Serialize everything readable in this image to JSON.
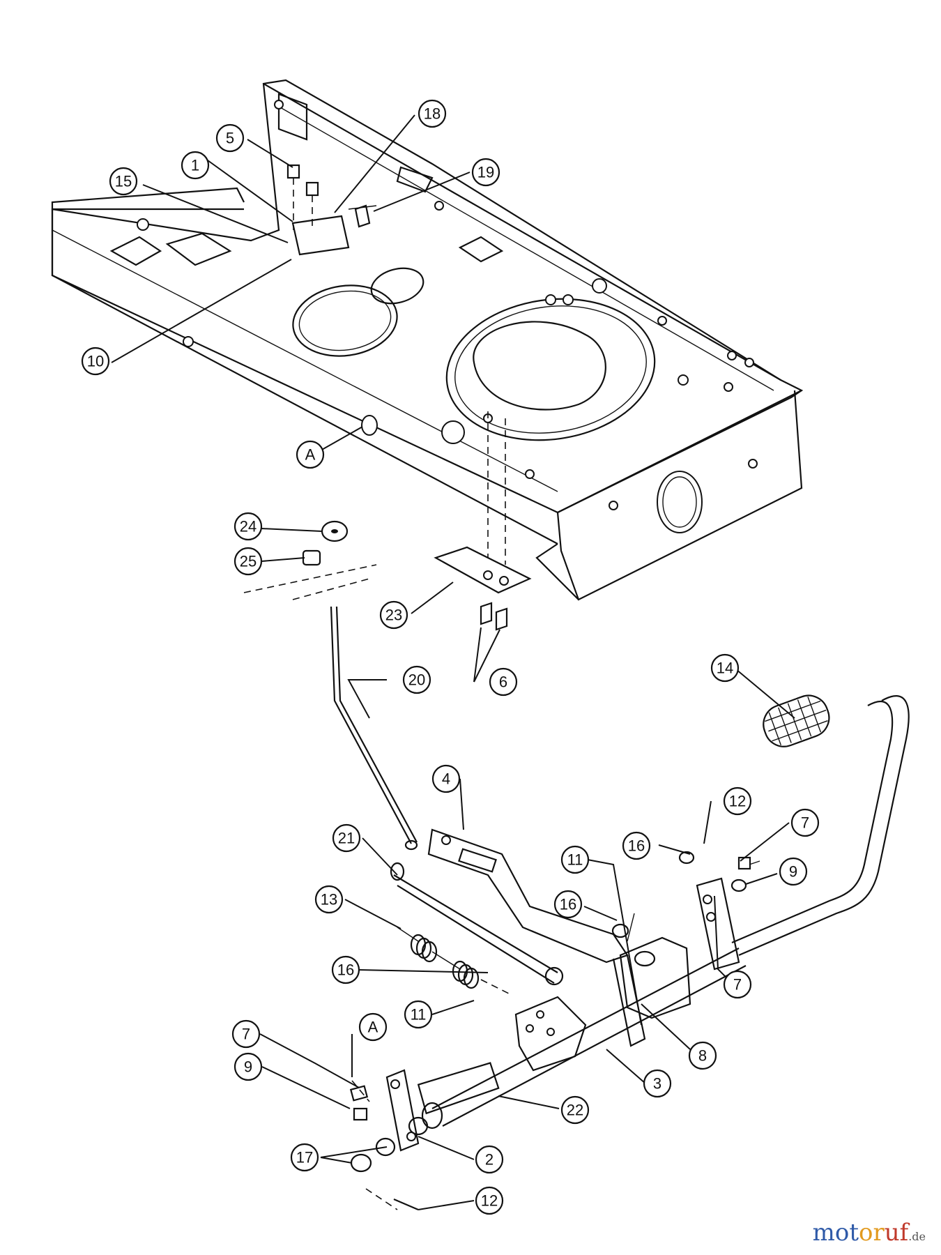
{
  "callouts": {
    "c1": "1",
    "c2": "2",
    "c3": "3",
    "c4": "4",
    "c5": "5",
    "c6": "6",
    "c7a": "7",
    "c7b": "7",
    "c7c": "7",
    "c8": "8",
    "c9a": "9",
    "c9b": "9",
    "c10": "10",
    "c11a": "11",
    "c11b": "11",
    "c12a": "12",
    "c12b": "12",
    "c13": "13",
    "c14": "14",
    "c15": "15",
    "c16a": "16",
    "c16b": "16",
    "c16c": "16",
    "c17": "17",
    "c18": "18",
    "c19": "19",
    "c20": "20",
    "c21": "21",
    "c22": "22",
    "c23": "23",
    "c24": "24",
    "c25": "25",
    "cAa": "A",
    "cAb": "A"
  },
  "watermark": {
    "part1": "mot",
    "part2": "or",
    "part3": "uf",
    "suffix": ".de"
  }
}
